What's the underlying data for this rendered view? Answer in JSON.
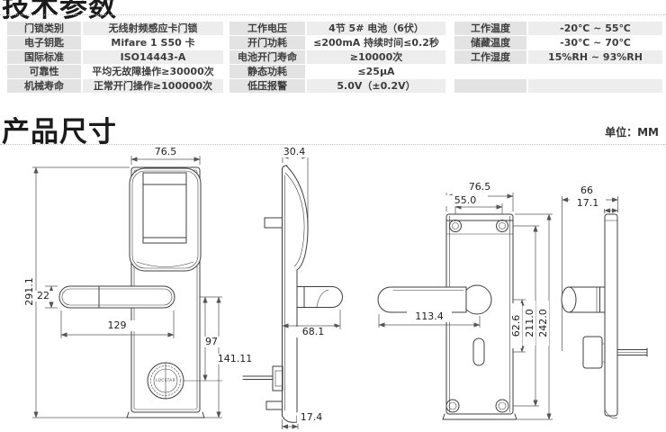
{
  "header": {
    "tech_title": "技术参数",
    "dim_title": "产品尺寸",
    "unit_note": "单位：MM"
  },
  "tech_specs": {
    "tables": [
      {
        "rows": [
          [
            "门锁类别",
            "无线射频感应卡门锁"
          ],
          [
            "电子钥匙",
            "Mifare 1 S50 卡"
          ],
          [
            "国际标准",
            "ISO14443-A"
          ],
          [
            "可靠性",
            "平均无故障操作≥30000次"
          ],
          [
            "机械寿命",
            "正常开门操作≥100000次"
          ]
        ]
      },
      {
        "rows": [
          [
            "工作电压",
            "4节 5# 电池（6伏）"
          ],
          [
            "开门功耗",
            "≤200mA 持续时间≤0.2秒"
          ],
          [
            "电池开门寿命",
            "≥10000次"
          ],
          [
            "静态功耗",
            "≤25μA"
          ],
          [
            "低压报警",
            "5.0V（±0.2V）"
          ]
        ]
      },
      {
        "rows": [
          [
            "工作温度",
            "-20℃ ~ 55℃"
          ],
          [
            "储藏温度",
            "-30℃ ~ 70℃"
          ],
          [
            "工作湿度",
            "15%RH ~ 93%RH"
          ],
          [
            "",
            ""
          ],
          [
            "",
            ""
          ]
        ]
      }
    ]
  },
  "drawings": {
    "front_exterior": {
      "width": "76.5",
      "height": "291.1",
      "handle_height": "22",
      "handle_length": "129",
      "handle_to_knob": "97",
      "handle_to_bottom": "141.11",
      "knob_brand": "LOCSTAR"
    },
    "side_exterior": {
      "depth": "30.4",
      "handle_depth": "68.1",
      "plate_thickness": "17.4"
    },
    "front_interior": {
      "width": "76.5",
      "screw_span": "55.0",
      "handle_length": "113.4",
      "handle_to_keyhole": "62.6",
      "screw_to_screw": "211.0",
      "height": "242.0"
    },
    "side_interior": {
      "depth": "66",
      "plate_thickness": "17.1"
    }
  }
}
